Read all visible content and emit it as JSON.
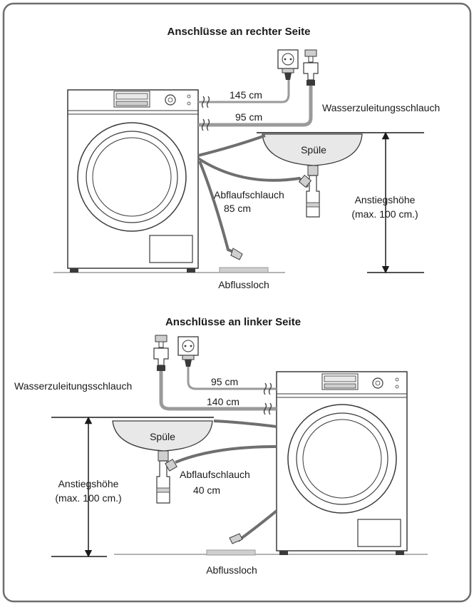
{
  "top": {
    "title": "Anschlüsse an rechter Seite",
    "power_cable_length": "145 cm",
    "inlet_hose_length": "95 cm",
    "inlet_hose_label": "Wasserzuleitungsschlauch",
    "sink_label": "Spüle",
    "drain_hose_label": "Abflaufschlauch",
    "drain_hose_length": "85 cm",
    "height_label": "Anstiegshöhe",
    "height_limit": "(max. 100 cm.)",
    "floor_drain_label": "Abflussloch"
  },
  "bottom": {
    "title": "Anschlüsse an linker Seite",
    "inlet_hose_label": "Wasserzuleitungsschlauch",
    "power_cable_length": "95 cm",
    "inlet_hose_length": "140 cm",
    "sink_label": "Spüle",
    "drain_hose_label": "Abflaufschlauch",
    "drain_hose_length": "40 cm",
    "height_label": "Anstiegshöhe",
    "height_limit": "(max. 100 cm.)",
    "floor_drain_label": "Abflussloch"
  },
  "colors": {
    "frame": "#6e6e6e",
    "line": "#3a3a3a",
    "hose": "#6f6f6f",
    "hose_light": "#9a9a9a",
    "fill_light": "#e8e8e8",
    "fill_mid": "#cfcfcf"
  }
}
